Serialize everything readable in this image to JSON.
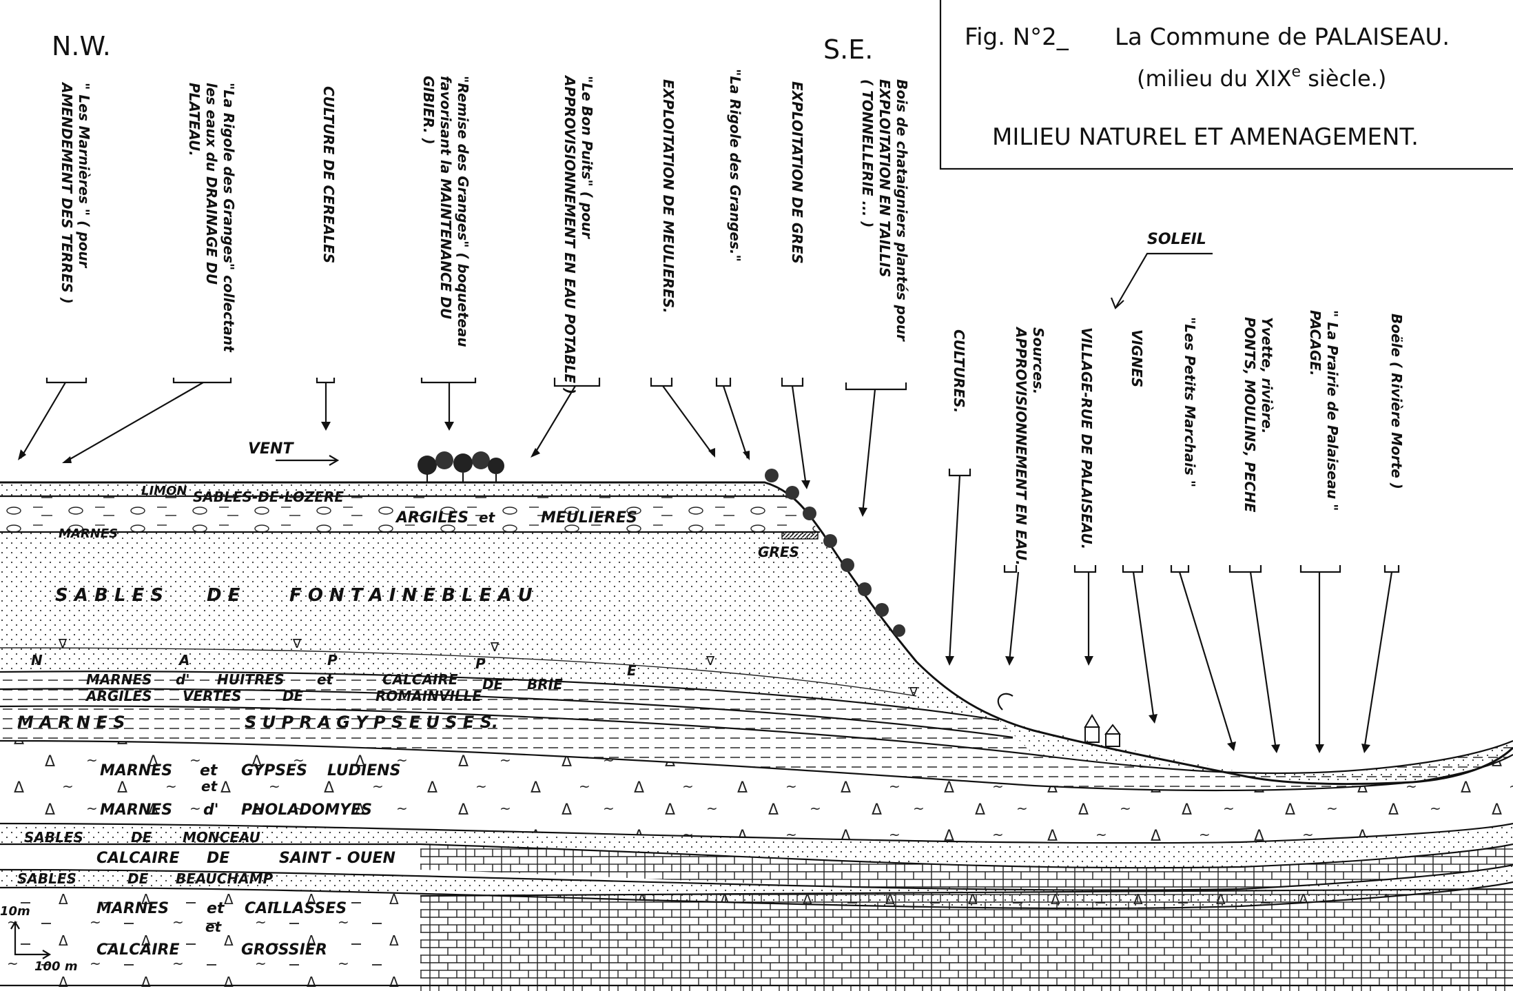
{
  "figure": {
    "fig_number": "Fig. N°2_",
    "title": "La Commune de PALAISEAU.",
    "subtitle_before": "(milieu du XIX",
    "subtitle_sup": "e",
    "subtitle_after": " siècle.)",
    "heading": "MILIEU NATUREL ET AMENAGEMENT."
  },
  "orientation": {
    "left": "N.W.",
    "right": "S.E."
  },
  "annotations": [
    {
      "id": "marnieres",
      "lines": [
        "\" Les Marnières \" ( pour",
        "AMENDEMENT DES TERRES )"
      ]
    },
    {
      "id": "rigole-plateau",
      "lines": [
        "\"La Rigole des Granges\" collectant",
        "les eaux du DRAINAGE DU",
        "PLATEAU."
      ]
    },
    {
      "id": "cereales",
      "lines": [
        "CULTURE DE CEREALES"
      ]
    },
    {
      "id": "remise",
      "lines": [
        "\"Remise des Granges\" ( boqueteau",
        "favorisant la MAINTENANCE DU",
        "GIBIER. )"
      ]
    },
    {
      "id": "bon-puits",
      "lines": [
        "\"Le Bon Puits\" ( pour",
        "APPROVISIONNEMENT EN EAU POTABLE )"
      ]
    },
    {
      "id": "meulieres",
      "lines": [
        "EXPLOITATION DE MEULIERES."
      ]
    },
    {
      "id": "rigole",
      "lines": [
        "\"La Rigole des Granges.\""
      ]
    },
    {
      "id": "gres",
      "lines": [
        "EXPLOITATION DE GRES"
      ]
    },
    {
      "id": "chataigniers",
      "lines": [
        "Bois de chataigniers plantés pour",
        "EXPLOITATION EN TAILLIS",
        "( TONNELLERIE ... )"
      ]
    },
    {
      "id": "cultures",
      "lines": [
        "CULTURES."
      ]
    },
    {
      "id": "sources",
      "lines": [
        "Sources.",
        "APPROVISIONNEMENT EN EAU."
      ]
    },
    {
      "id": "village",
      "lines": [
        "VILLAGE-RUE DE PALAISEAU."
      ]
    },
    {
      "id": "vignes",
      "lines": [
        "VIGNES"
      ]
    },
    {
      "id": "petits-marchais",
      "lines": [
        "\"Les Petits Marchais \""
      ]
    },
    {
      "id": "yvette",
      "lines": [
        "Yvette, rivière.",
        "PONTS, MOULINS, PECHE"
      ]
    },
    {
      "id": "prairie",
      "lines": [
        "\" La Prairie de Palaiseau \"",
        "PACAGE."
      ]
    },
    {
      "id": "boele",
      "lines": [
        "Boële ( Rivière Morte )"
      ]
    }
  ],
  "labels": {
    "soleil": "SOLEIL",
    "vent": "VENT",
    "gres_lens": "GRES"
  },
  "layers": {
    "limon": "LIMON",
    "sables_lozere": "SABLES-DE-LOZERE",
    "argiles_meulieres": [
      "ARGILES",
      "et",
      "MEULIERES"
    ],
    "marnes": "MARNES",
    "fontainebleau": [
      "S A B L E S",
      "D E",
      "F O N T A I N E B L E A U"
    ],
    "nappe_letters": [
      "N",
      "A",
      "P",
      "P",
      "E"
    ],
    "huitres": [
      "MARNES",
      "d'",
      "HUITRES",
      "et",
      "CALCAIRE",
      "DE",
      "BRIE"
    ],
    "argiles_vertes": [
      "ARGILES",
      "VERTES",
      "DE",
      "ROMAINVILLE"
    ],
    "supragypseuses": [
      "M A R N E S",
      "S U P R A G Y P S E U S E S."
    ],
    "gypses": [
      "MARNES",
      "et",
      "GYPSES",
      "LUDIENS"
    ],
    "pholadomyes": [
      "et",
      "MARNES",
      "d'",
      "PHOLADOMYES"
    ],
    "monceau": [
      "SABLES",
      "DE",
      "MONCEAU"
    ],
    "saint_ouen": [
      "CALCAIRE",
      "DE",
      "SAINT - OUEN"
    ],
    "beauchamp": [
      "SABLES",
      "DE",
      "BEAUCHAMP"
    ],
    "caillasses": [
      "MARNES",
      "et",
      "CAILLASSES"
    ],
    "grossier": [
      "et",
      "CALCAIRE",
      "GROSSIER"
    ]
  },
  "scale": {
    "vertical": "10m",
    "horizontal": "100 m"
  }
}
